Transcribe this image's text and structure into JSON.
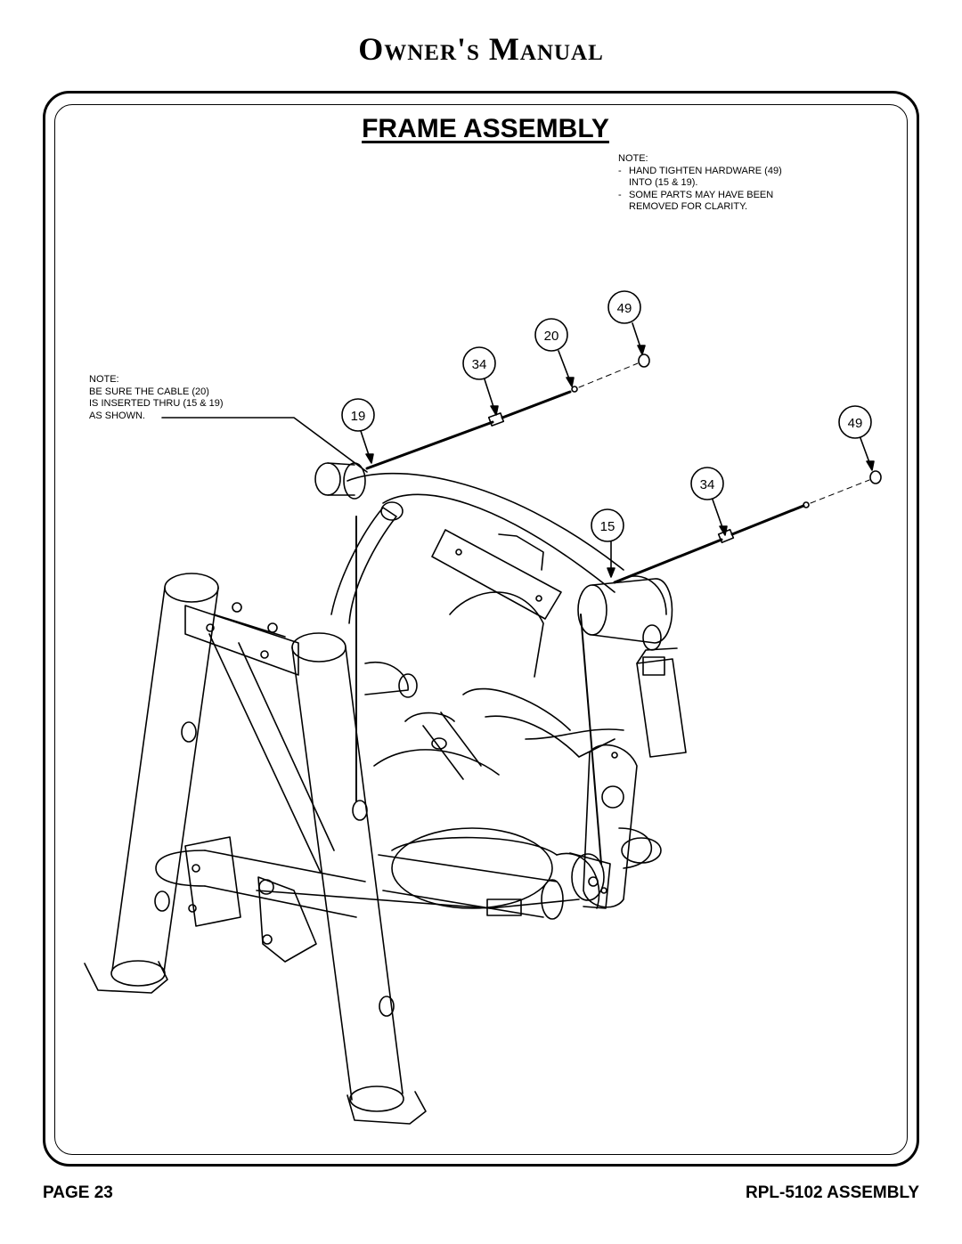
{
  "header": {
    "title": "Owner's Manual"
  },
  "section": {
    "title": "FRAME ASSEMBLY"
  },
  "note_top_right": {
    "heading": "NOTE:",
    "items": [
      "HAND TIGHTEN HARDWARE (49) INTO (15 & 19).",
      "SOME PARTS MAY HAVE BEEN REMOVED FOR CLARITY."
    ],
    "lines": [
      [
        "HAND TIGHTEN HARDWARE (49)",
        "INTO (15 & 19)."
      ],
      [
        "SOME PARTS MAY HAVE BEEN",
        "REMOVED FOR CLARITY."
      ]
    ]
  },
  "note_left": {
    "heading": "NOTE:",
    "lines": [
      "BE SURE THE CABLE (20)",
      "IS INSERTED THRU (15 & 19)",
      "AS SHOWN."
    ]
  },
  "callouts": {
    "c49a": "49",
    "c20": "20",
    "c34a": "34",
    "c19": "19",
    "c49b": "49",
    "c34b": "34",
    "c15": "15"
  },
  "footer": {
    "page": "PAGE 23",
    "model": "RPL-5102 ASSEMBLY"
  }
}
